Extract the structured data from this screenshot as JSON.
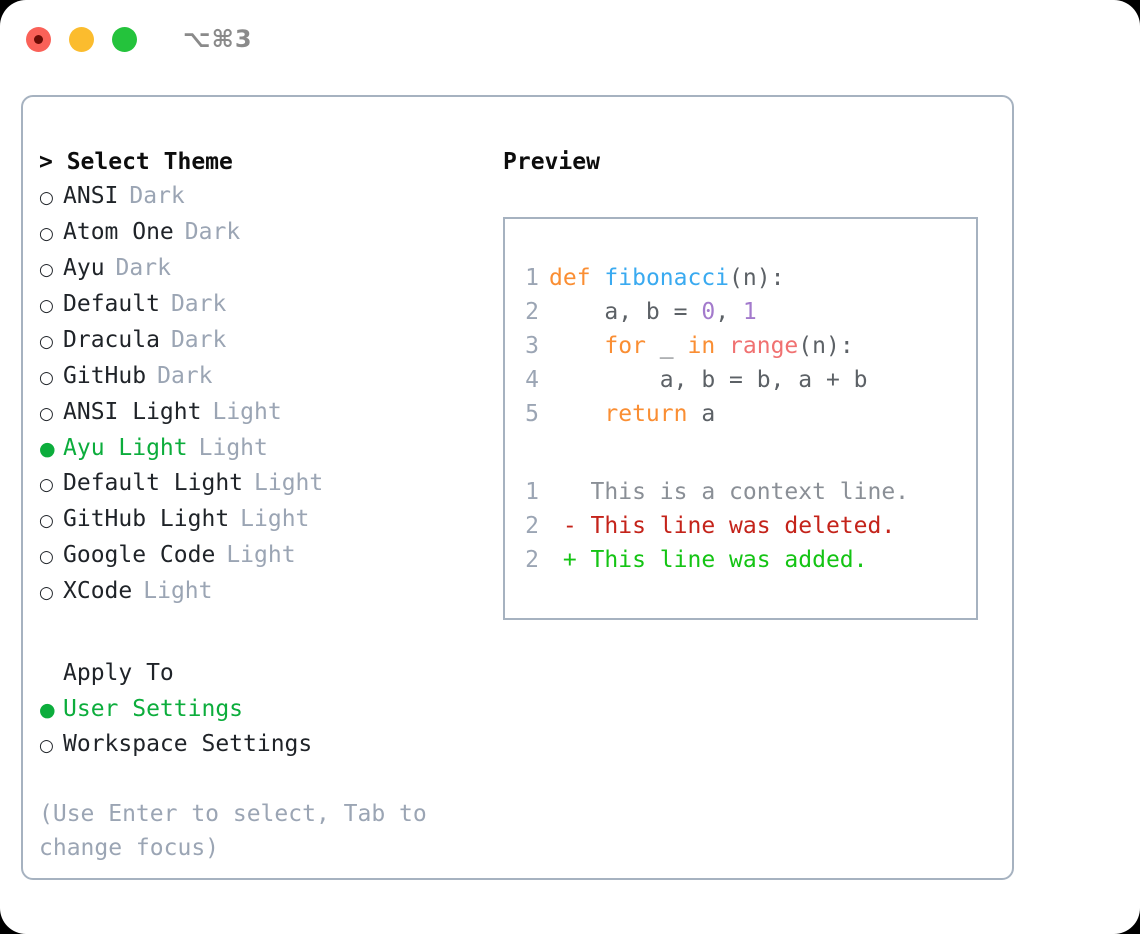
{
  "titlebar": {
    "shortcut": "⌥⌘3",
    "dots": [
      {
        "name": "close-dot",
        "color": "#fa6158"
      },
      {
        "name": "minimize-dot",
        "color": "#fbbc2e"
      },
      {
        "name": "maximize-dot",
        "color": "#24c33c"
      }
    ]
  },
  "theme_panel": {
    "title": "> Select Theme",
    "markers": {
      "selected": "●",
      "unselected": "○"
    },
    "themes": [
      {
        "name": "ANSI",
        "kind": "Dark",
        "selected": false
      },
      {
        "name": "Atom One",
        "kind": "Dark",
        "selected": false
      },
      {
        "name": "Ayu",
        "kind": "Dark",
        "selected": false
      },
      {
        "name": "Default",
        "kind": "Dark",
        "selected": false
      },
      {
        "name": "Dracula",
        "kind": "Dark",
        "selected": false
      },
      {
        "name": "GitHub",
        "kind": "Dark",
        "selected": false
      },
      {
        "name": "ANSI Light",
        "kind": "Light",
        "selected": false
      },
      {
        "name": "Ayu Light",
        "kind": "Light",
        "selected": true
      },
      {
        "name": "Default Light",
        "kind": "Light",
        "selected": false
      },
      {
        "name": "GitHub Light",
        "kind": "Light",
        "selected": false
      },
      {
        "name": "Google Code",
        "kind": "Light",
        "selected": false
      },
      {
        "name": "XCode",
        "kind": "Light",
        "selected": false
      }
    ],
    "apply_to_title": "Apply To",
    "apply_to": [
      {
        "name": "User Settings",
        "selected": true
      },
      {
        "name": "Workspace Settings",
        "selected": false
      }
    ],
    "hint": "(Use Enter to select, Tab to change focus)"
  },
  "preview": {
    "title": "Preview",
    "code": [
      {
        "ln": "1",
        "tokens": [
          {
            "t": "def",
            "c": "kw"
          },
          {
            "t": " ",
            "c": "pl"
          },
          {
            "t": "fibonacci",
            "c": "fn"
          },
          {
            "t": "(n):",
            "c": "pl"
          }
        ]
      },
      {
        "ln": "2",
        "tokens": [
          {
            "t": "    a, b = ",
            "c": "pl"
          },
          {
            "t": "0",
            "c": "num"
          },
          {
            "t": ", ",
            "c": "pl"
          },
          {
            "t": "1",
            "c": "num"
          }
        ]
      },
      {
        "ln": "3",
        "tokens": [
          {
            "t": "    ",
            "c": "pl"
          },
          {
            "t": "for",
            "c": "kw"
          },
          {
            "t": " _ ",
            "c": "pl"
          },
          {
            "t": "in",
            "c": "kw"
          },
          {
            "t": " ",
            "c": "pl"
          },
          {
            "t": "range",
            "c": "bi"
          },
          {
            "t": "(n):",
            "c": "pl"
          }
        ]
      },
      {
        "ln": "4",
        "tokens": [
          {
            "t": "        a, b = b, a + b",
            "c": "pl"
          }
        ]
      },
      {
        "ln": "5",
        "tokens": [
          {
            "t": "    ",
            "c": "pl"
          },
          {
            "t": "return",
            "c": "kw"
          },
          {
            "t": " a",
            "c": "pl"
          }
        ]
      }
    ],
    "diff": [
      {
        "ln": "1",
        "marker": " ",
        "text": "This is a context line.",
        "kind": "ctx"
      },
      {
        "ln": "2",
        "marker": "-",
        "text": "This line was deleted.",
        "kind": "del"
      },
      {
        "ln": "2",
        "marker": "+",
        "text": "This line was added.",
        "kind": "add"
      }
    ]
  },
  "colors": {
    "accent_green": "#0cad3c",
    "muted": "#9ba5b4",
    "border": "#a6b2c0",
    "keyword": "#fa8e33",
    "function": "#3aaaf0",
    "number": "#a37acc",
    "builtin": "#f07171",
    "plain": "#5c6166",
    "diff_added": "#14c414",
    "diff_deleted": "#c4231a",
    "diff_context": "#8a8f96"
  }
}
